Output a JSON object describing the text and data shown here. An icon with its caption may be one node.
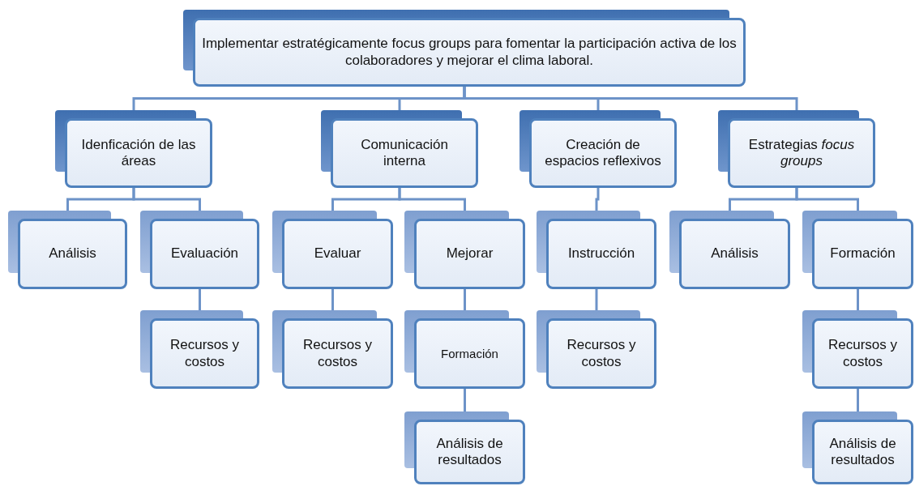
{
  "diagram": {
    "nodes": [
      {
        "text": [
          "Implementar estratégicamente focus groups para fomentar la participación activa de los colaboradores y mejorar el clima laboral."
        ]
      },
      {
        "text": [
          "Idenficación de las áreas"
        ]
      },
      {
        "text": [
          "Comunicación interna"
        ]
      },
      {
        "text": [
          "Creación de espacios reflexivos"
        ]
      },
      {
        "text": [
          "Estrategias *focus groups*"
        ]
      },
      {
        "text": [
          "Análisis"
        ]
      },
      {
        "text": [
          "Evaluación"
        ]
      },
      {
        "text": [
          "Evaluar"
        ]
      },
      {
        "text": [
          "Mejorar"
        ]
      },
      {
        "text": [
          "Instrucción"
        ]
      },
      {
        "text": [
          "Análisis"
        ]
      },
      {
        "text": [
          "Formación"
        ]
      },
      {
        "text": [
          "Recursos y costos"
        ]
      },
      {
        "text": [
          "Recursos y costos"
        ]
      },
      {
        "text": [
          "Formación"
        ]
      },
      {
        "text": [
          "Recursos y costos"
        ]
      },
      {
        "text": [
          "Recursos y costos"
        ]
      },
      {
        "text": [
          "Análisis de resultados"
        ]
      },
      {
        "text": [
          "Análisis de resultados"
        ]
      }
    ],
    "edges": [
      {
        "from": 0,
        "to": 1,
        "arrow": "none"
      },
      {
        "from": 0,
        "to": 2,
        "arrow": "none"
      },
      {
        "from": 0,
        "to": 3,
        "arrow": "none"
      },
      {
        "from": 0,
        "to": 4,
        "arrow": "none"
      },
      {
        "from": 1,
        "to": 5,
        "arrow": "none"
      },
      {
        "from": 1,
        "to": 6,
        "arrow": "none"
      },
      {
        "from": 2,
        "to": 7,
        "arrow": "none"
      },
      {
        "from": 2,
        "to": 8,
        "arrow": "none"
      },
      {
        "from": 3,
        "to": 9,
        "arrow": "none"
      },
      {
        "from": 4,
        "to": 10,
        "arrow": "none"
      },
      {
        "from": 4,
        "to": 11,
        "arrow": "none"
      },
      {
        "from": 6,
        "to": 12,
        "arrow": "none"
      },
      {
        "from": 7,
        "to": 13,
        "arrow": "none"
      },
      {
        "from": 8,
        "to": 14,
        "arrow": "none"
      },
      {
        "from": 9,
        "to": 15,
        "arrow": "none"
      },
      {
        "from": 11,
        "to": 16,
        "arrow": "none"
      },
      {
        "from": 14,
        "to": 17,
        "arrow": "none"
      },
      {
        "from": 16,
        "to": 18,
        "arrow": "none"
      }
    ]
  }
}
